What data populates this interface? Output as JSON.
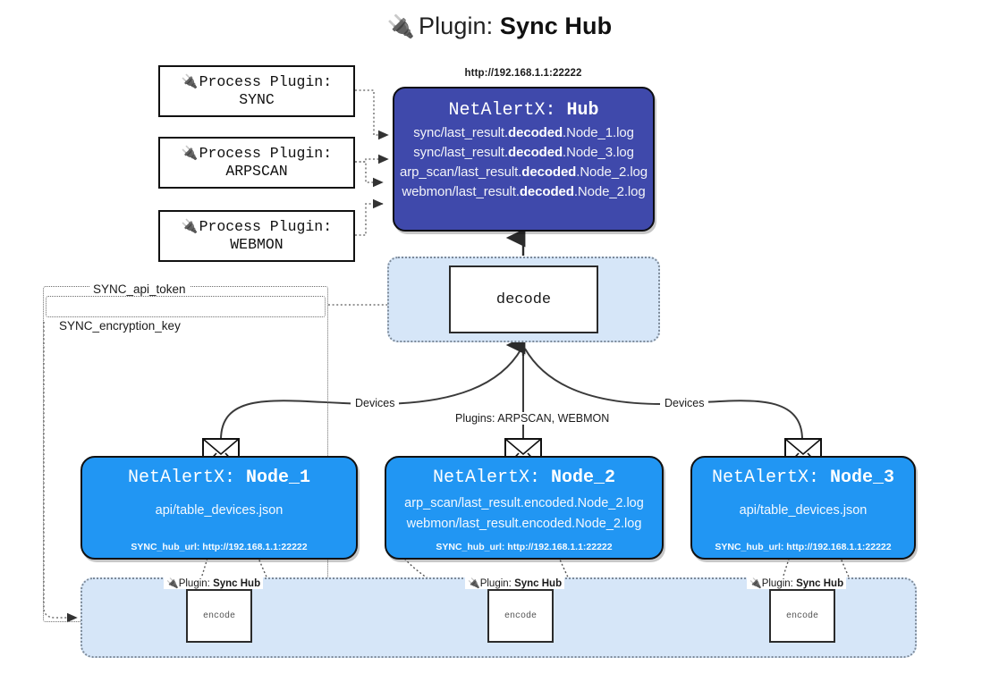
{
  "title": {
    "icon": "electric-plug-icon",
    "prefix": "Plugin: ",
    "name": "Sync Hub"
  },
  "process_plugins": [
    {
      "label": "Process Plugin:",
      "name": "SYNC"
    },
    {
      "label": "Process Plugin:",
      "name": "ARPSCAN"
    },
    {
      "label": "Process Plugin:",
      "name": "WEBMON"
    }
  ],
  "hub": {
    "url": "http://192.168.1.1:22222",
    "title_prefix": "NetAlertX: ",
    "title_name": "Hub",
    "logs": [
      {
        "pre": "sync/last_result.",
        "mid": "decoded",
        "post": ".Node_1.log"
      },
      {
        "pre": "sync/last_result.",
        "mid": "decoded",
        "post": ".Node_3.log"
      },
      {
        "pre": "arp_scan/last_result.",
        "mid": "decoded",
        "post": ".Node_2.log"
      },
      {
        "pre": "webmon/last_result.",
        "mid": "decoded",
        "post": ".Node_2.log"
      }
    ]
  },
  "decode": {
    "label": "decode"
  },
  "tokens": {
    "api": "SYNC_api_token",
    "encryption": "SYNC_encryption_key"
  },
  "edge_labels": {
    "devices_left": "Devices",
    "devices_right": "Devices",
    "plugins": "Plugins: ARPSCAN, WEBMON"
  },
  "nodes": [
    {
      "title_prefix": "NetAlertX: ",
      "title_name": "Node_1",
      "lines": [
        "api/table_devices.json"
      ],
      "hub_url_label": "SYNC_hub_url: http://192.168.1.1:22222"
    },
    {
      "title_prefix": "NetAlertX: ",
      "title_name": "Node_2",
      "lines": [
        "arp_scan/last_result.encoded.Node_2.log",
        "webmon/last_result.encoded.Node_2.log"
      ],
      "hub_url_label": "SYNC_hub_url: http://192.168.1.1:22222"
    },
    {
      "title_prefix": "NetAlertX: ",
      "title_name": "Node_3",
      "lines": [
        "api/table_devices.json"
      ],
      "hub_url_label": "SYNC_hub_url: http://192.168.1.1:22222"
    }
  ],
  "encode_boxes": [
    {
      "tag_prefix": "Plugin: ",
      "tag_name": "Sync Hub",
      "label": "encode"
    },
    {
      "tag_prefix": "Plugin: ",
      "tag_name": "Sync Hub",
      "label": "encode"
    },
    {
      "tag_prefix": "Plugin: ",
      "tag_name": "Sync Hub",
      "label": "encode"
    }
  ],
  "colors": {
    "hub_fill": "#3f49ab",
    "node_fill": "#2196f3",
    "container_fill": "#d6e6f8",
    "stroke": "#111111"
  }
}
